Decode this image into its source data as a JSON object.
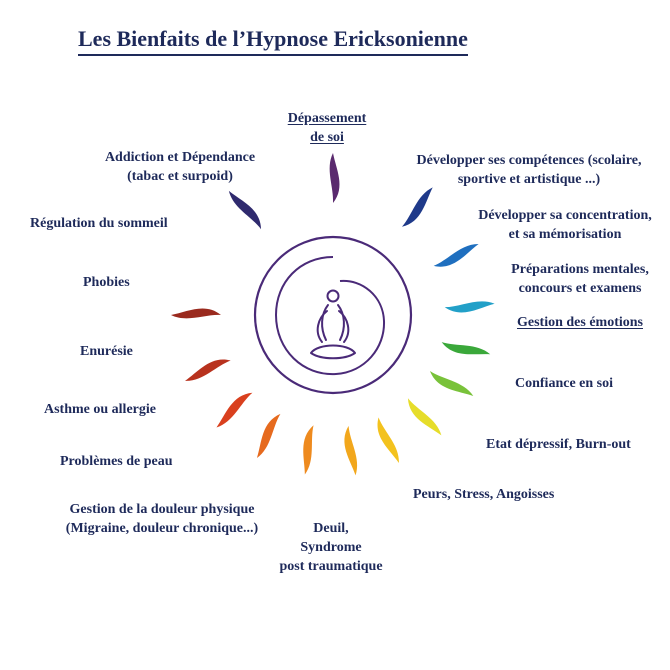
{
  "title": "Les Bienfaits de l’Hypnose Ericksonienne",
  "colors": {
    "text": "#1e2a5a",
    "ring": "#4a2a78",
    "rays": [
      "#2f2a6e",
      "#5a2a6e",
      "#1f3a8a",
      "#1f6fbf",
      "#22a0c8",
      "#3aa83a",
      "#79c23a",
      "#e6dd2a",
      "#f3c21e",
      "#f2a71c",
      "#ee8a1e",
      "#e66a1e",
      "#d9401e",
      "#b8321e",
      "#9a2a1e"
    ]
  },
  "icons": {
    "center": "meditation-figure-icon"
  },
  "benefits": {
    "depassement": "Dépassement\nde soi",
    "competences": "Développer ses compétences (scolaire,\nsportive et artistique ...)",
    "concentration": "Développer sa concentration,\net sa mémorisation",
    "preparations": "Préparations mentales,\nconcours et examens",
    "emotions": "Gestion des émotions",
    "confiance": "Confiance en soi",
    "depressif": "Etat dépressif, Burn-out",
    "peurs": "Peurs, Stress, Angoisses",
    "deuil": "Deuil,\nSyndrome\npost traumatique",
    "douleur": "Gestion de la douleur physique\n(Migraine, douleur chronique...)",
    "peau": "Problèmes de peau",
    "asthme": "Asthme ou allergie",
    "enuresie": "Enurésie",
    "phobies": "Phobies",
    "sommeil": "Régulation  du sommeil",
    "addiction": "Addiction et Dépendance\n(tabac et surpoid)"
  }
}
